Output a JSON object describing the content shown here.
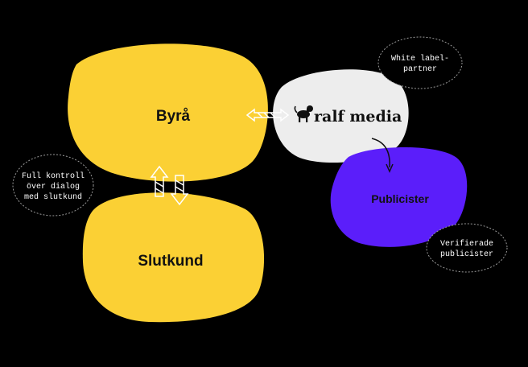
{
  "nodes": {
    "byra": {
      "label": "Byrå",
      "color": "#FBD034"
    },
    "slutkund": {
      "label": "Slutkund",
      "color": "#FBD034"
    },
    "ralf_media": {
      "label": "ralf media",
      "color": "#EDEDED"
    },
    "publicister": {
      "label": "Publicister",
      "color": "#5B1EFA"
    }
  },
  "bubbles": {
    "white_label": [
      "White label-",
      "partner"
    ],
    "full_control": [
      "Full kontroll",
      "över dialog",
      "med slutkund"
    ],
    "verified": [
      "Verifierade",
      "publicister"
    ]
  },
  "colors": {
    "background": "#000000",
    "bubble_border": "#9A9A9A",
    "arrow": "#FFFFFF"
  },
  "icons": {
    "brand_logo": "dog-icon"
  }
}
